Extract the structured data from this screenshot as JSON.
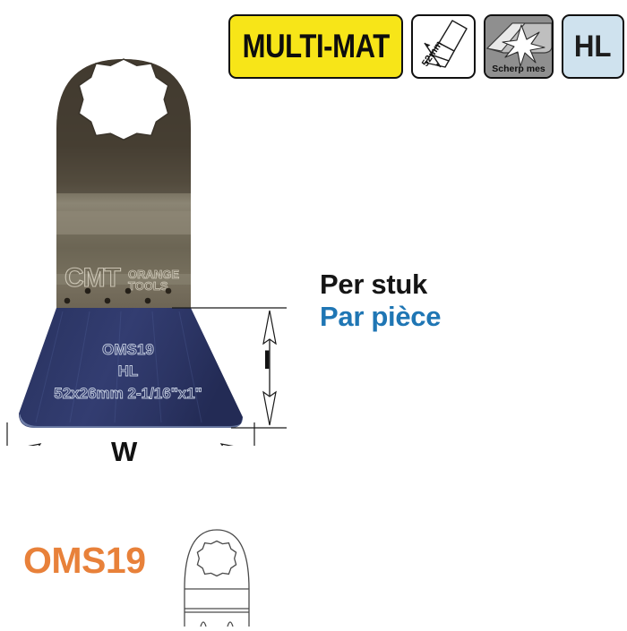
{
  "badges": {
    "multimat": {
      "label": "MULTI-MAT",
      "bg": "#f7e518",
      "fg": "#0d0d0d"
    },
    "size": {
      "caption": "52mm",
      "icon": "blade-dimension-icon",
      "bg": "#ffffff"
    },
    "sharp": {
      "caption": "Scherp mes",
      "icon": "sharp-blade-spark-icon",
      "bg": "#8f8f8f"
    },
    "hl": {
      "label": "HL",
      "bg": "#cfe2ee",
      "fg": "#1d1d1d"
    }
  },
  "blade": {
    "marking_code": "OMS19",
    "marking_grade": "HL",
    "marking_size": "52x26mm  2-1/16\"x1\"",
    "logo_primary": "CMT",
    "logo_secondary_line1": "ORANGE",
    "logo_secondary_line2": "TOOLS",
    "blue_color": "#252e5c",
    "steel_color": "#4b4338"
  },
  "dimensions": {
    "height_label": "I",
    "width_label": "W"
  },
  "side_text": {
    "line_nl": "Per stuk",
    "line_fr": "Par pièce",
    "color_fr": "#1f76b4"
  },
  "footer": {
    "code": "OMS19",
    "code_color": "#e8813a",
    "drawing": "blade-outline-drawing"
  }
}
